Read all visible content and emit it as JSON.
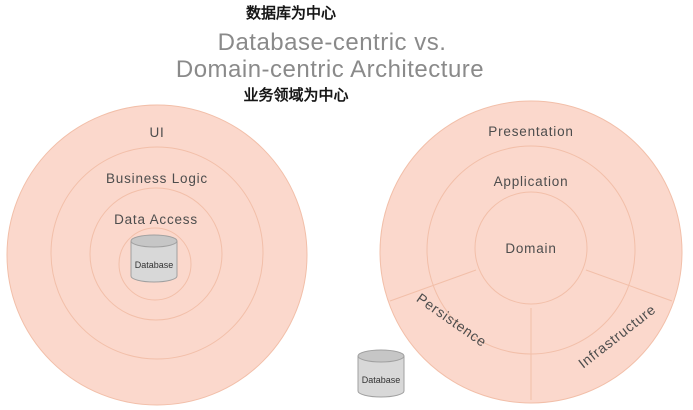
{
  "annotations": {
    "db_centric_cn": "数据库为中心",
    "domain_centric_cn": "业务领域为中心"
  },
  "title": {
    "line1": "Database-centric vs.",
    "line2": "Domain-centric Architecture"
  },
  "left_diagram": {
    "layer_ui": "UI",
    "layer_business_logic": "Business Logic",
    "layer_data_access": "Data Access",
    "database_label": "Database"
  },
  "right_diagram": {
    "layer_presentation": "Presentation",
    "layer_application": "Application",
    "layer_domain": "Domain",
    "segment_persistence": "Persistence",
    "segment_infrastructure": "Infrastructure",
    "database_label": "Database"
  },
  "colors": {
    "circle_fill": "#fbd8cc",
    "circle_stroke": "#f2bfa9",
    "title_text": "#8a8a8a",
    "label_text": "#4d4d4d",
    "annotation_text": "#161616",
    "cylinder_body": "#d8d8d8",
    "cylinder_top": "#c6c6c6",
    "cylinder_stroke": "#a0a0a0"
  }
}
